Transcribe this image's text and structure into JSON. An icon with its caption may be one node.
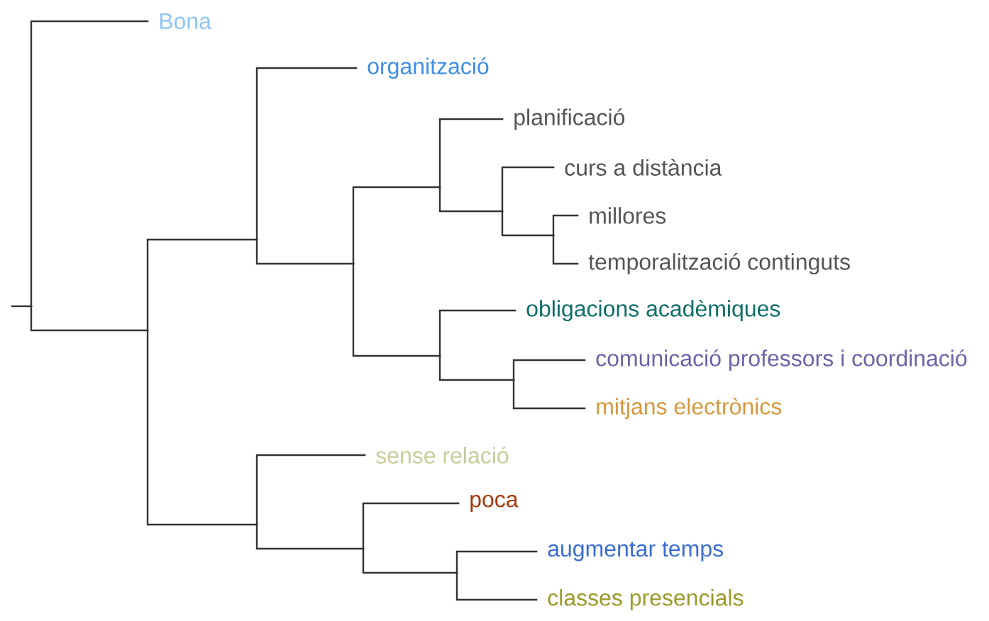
{
  "diagram": {
    "nodes": [
      {
        "text": [],
        "shape": "dot"
      },
      {
        "text": [
          "Bona"
        ]
      },
      {
        "text": [],
        "shape": "dot"
      },
      {
        "text": [],
        "shape": "dot"
      },
      {
        "text": [
          "organització"
        ]
      },
      {
        "text": [],
        "shape": "dot"
      },
      {
        "text": [],
        "shape": "dot"
      },
      {
        "text": [
          "planificació"
        ]
      },
      {
        "text": [],
        "shape": "dot"
      },
      {
        "text": [
          "curs a distància"
        ]
      },
      {
        "text": [],
        "shape": "dot"
      },
      {
        "text": [
          "millores"
        ]
      },
      {
        "text": [
          "temporalització continguts"
        ]
      },
      {
        "text": [],
        "shape": "dot"
      },
      {
        "text": [
          "obligacions acadèmiques"
        ]
      },
      {
        "text": [],
        "shape": "dot"
      },
      {
        "text": [
          "comunicació professors i coordinació"
        ]
      },
      {
        "text": [
          "mitjans electrònics"
        ]
      },
      {
        "text": [],
        "shape": "dot"
      },
      {
        "text": [
          "sense relació"
        ]
      },
      {
        "text": [],
        "shape": "dot"
      },
      {
        "text": [
          "poca"
        ]
      },
      {
        "text": [],
        "shape": "dot"
      },
      {
        "text": [
          "augmentar temps"
        ]
      },
      {
        "text": [
          "classes presencials"
        ]
      }
    ],
    "edges": [
      {
        "from": null,
        "to": 0,
        "arrow": "none"
      },
      {
        "from": 0,
        "to": 1,
        "arrow": "none"
      },
      {
        "from": 0,
        "to": 2,
        "arrow": "none"
      },
      {
        "from": 2,
        "to": 3,
        "arrow": "none"
      },
      {
        "from": 3,
        "to": 4,
        "arrow": "none"
      },
      {
        "from": 3,
        "to": 5,
        "arrow": "none"
      },
      {
        "from": 5,
        "to": 6,
        "arrow": "none"
      },
      {
        "from": 6,
        "to": 7,
        "arrow": "none"
      },
      {
        "from": 6,
        "to": 8,
        "arrow": "none"
      },
      {
        "from": 8,
        "to": 9,
        "arrow": "none"
      },
      {
        "from": 8,
        "to": 10,
        "arrow": "none"
      },
      {
        "from": 10,
        "to": 11,
        "arrow": "none"
      },
      {
        "from": 10,
        "to": 12,
        "arrow": "none"
      },
      {
        "from": 5,
        "to": 13,
        "arrow": "none"
      },
      {
        "from": 13,
        "to": 14,
        "arrow": "none"
      },
      {
        "from": 13,
        "to": 15,
        "arrow": "none"
      },
      {
        "from": 15,
        "to": 16,
        "arrow": "none"
      },
      {
        "from": 15,
        "to": 17,
        "arrow": "none"
      },
      {
        "from": 2,
        "to": 18,
        "arrow": "none"
      },
      {
        "from": 18,
        "to": 19,
        "arrow": "none"
      },
      {
        "from": 18,
        "to": 20,
        "arrow": "none"
      },
      {
        "from": 20,
        "to": 21,
        "arrow": "none"
      },
      {
        "from": 20,
        "to": 22,
        "arrow": "none"
      },
      {
        "from": 22,
        "to": 23,
        "arrow": "none"
      },
      {
        "from": 22,
        "to": 24,
        "arrow": "none"
      }
    ]
  }
}
